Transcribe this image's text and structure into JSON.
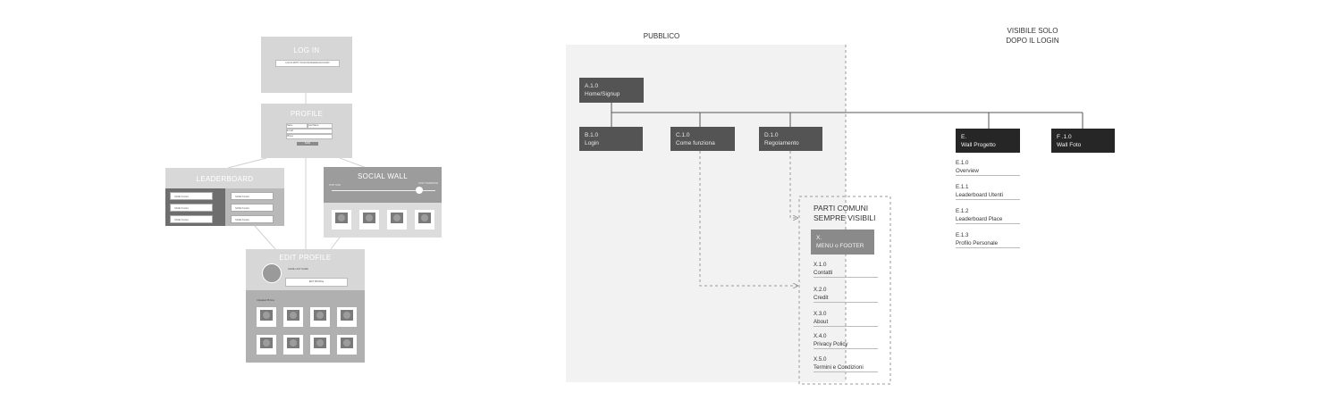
{
  "wireframes": {
    "login": {
      "title": "LOG IN",
      "button": "LOG IN WITH YOUR INSTAGRAM ACCOUNT"
    },
    "profile": {
      "title": "PROFILE",
      "field_1": "Name",
      "field_2": "Last Name",
      "field_3": "E-mail",
      "field_4": "Phone",
      "submit": "SAVE"
    },
    "leaderboard": {
      "title": "LEADERBOARD",
      "items": [
        "NAME Position",
        "NAME Position",
        "NAME Position",
        "NAME Position",
        "NAME Position",
        "NAME Position"
      ]
    },
    "social_wall": {
      "title": "SOCIAL WALL",
      "left_label": "POST NOW",
      "right_label": "POST TOMORROW"
    },
    "edit_profile": {
      "title": "EDIT PROFILE",
      "name": "NAME LAST NAME",
      "button": "EDIT PROFILE",
      "photos_label": "Uploaded Photos"
    }
  },
  "sitemap": {
    "public_label": "PUBBLICO",
    "private_label_1": "VISIBILE SOLO",
    "private_label_2": "DOPO IL LOGIN",
    "home": {
      "code": "A.1.0",
      "name": "Home/Signup"
    },
    "login": {
      "code": "B.1.0",
      "name": "Login"
    },
    "come": {
      "code": "C.1.0",
      "name": "Come funziona"
    },
    "regolamento": {
      "code": "D.1.0",
      "name": "Regolamento"
    },
    "wall_progetto": {
      "code": "E.",
      "name": "Wall Progetto"
    },
    "wall_foto": {
      "code": "F .1.0",
      "name": "Wall Foto"
    },
    "e_children": [
      {
        "code": "E.1.0",
        "name": "Overview"
      },
      {
        "code": "E.1.1",
        "name": "Leaderboard Utenti"
      },
      {
        "code": "E.1.2",
        "name": "Leaderboard Place"
      },
      {
        "code": "E.1.3",
        "name": "Profilo Personale"
      }
    ],
    "common": {
      "title_1": "PARTI COMUNI",
      "title_2": "SEMPRE VISIBILI",
      "menu_code": "X.",
      "menu_name": "MENU o FOOTER",
      "items": [
        {
          "code": "X.1.0",
          "name": "Contatti"
        },
        {
          "code": "X.2.0",
          "name": "Credit"
        },
        {
          "code": "X.3.0",
          "name": "About"
        },
        {
          "code": "X.4.0",
          "name": "Privacy Policy"
        },
        {
          "code": "X.5.0",
          "name": "Termini e Condizioni"
        }
      ]
    }
  }
}
